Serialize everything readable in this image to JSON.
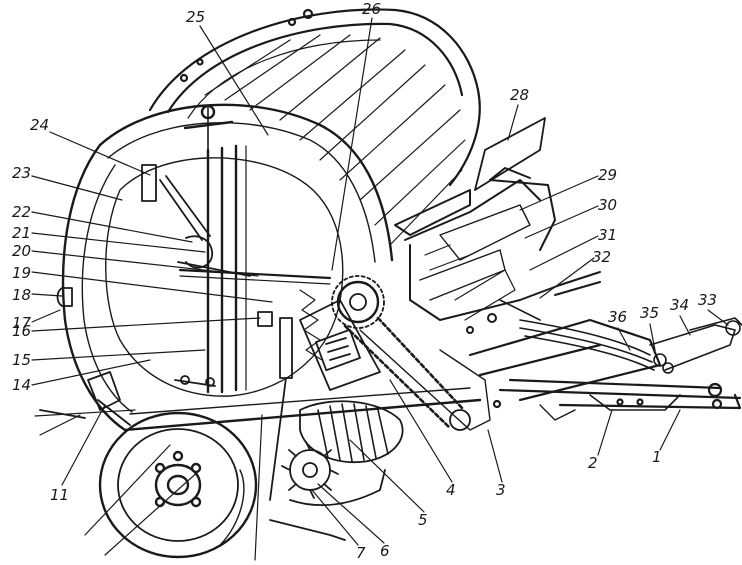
{
  "figure": {
    "kind": "technical-drawing",
    "subject_icon": "round-baler-icon",
    "ink_color": "#1a1a1a",
    "paper_color": "#ffffff",
    "callouts": [
      {
        "id": "c1",
        "label": "1"
      },
      {
        "id": "c2",
        "label": "2"
      },
      {
        "id": "c3",
        "label": "3"
      },
      {
        "id": "c4",
        "label": "4"
      },
      {
        "id": "c5",
        "label": "5"
      },
      {
        "id": "c6",
        "label": "6"
      },
      {
        "id": "c7",
        "label": "7"
      },
      {
        "id": "c11",
        "label": "11"
      },
      {
        "id": "c14",
        "label": "14"
      },
      {
        "id": "c15",
        "label": "15"
      },
      {
        "id": "c16",
        "label": "16"
      },
      {
        "id": "c17",
        "label": "17"
      },
      {
        "id": "c18",
        "label": "18"
      },
      {
        "id": "c19",
        "label": "19"
      },
      {
        "id": "c20",
        "label": "20"
      },
      {
        "id": "c21",
        "label": "21"
      },
      {
        "id": "c22",
        "label": "22"
      },
      {
        "id": "c23",
        "label": "23"
      },
      {
        "id": "c24",
        "label": "24"
      },
      {
        "id": "c25",
        "label": "25"
      },
      {
        "id": "c26",
        "label": "26"
      },
      {
        "id": "c28",
        "label": "28"
      },
      {
        "id": "c29",
        "label": "29"
      },
      {
        "id": "c30",
        "label": "30"
      },
      {
        "id": "c31",
        "label": "31"
      },
      {
        "id": "c32",
        "label": "32"
      },
      {
        "id": "c33",
        "label": "33"
      },
      {
        "id": "c34",
        "label": "34"
      },
      {
        "id": "c35",
        "label": "35"
      },
      {
        "id": "c36",
        "label": "36"
      }
    ]
  }
}
